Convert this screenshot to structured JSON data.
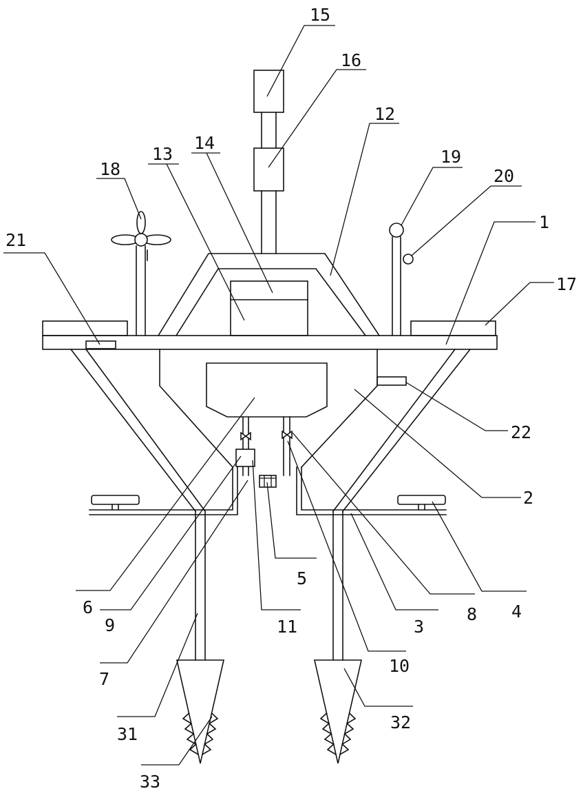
{
  "colors": {
    "line": "#111111",
    "background": "#ffffff"
  },
  "callouts": {
    "c1": "1",
    "c2": "2",
    "c3": "3",
    "c4": "4",
    "c5": "5",
    "c6": "6",
    "c7": "7",
    "c8": "8",
    "c9": "9",
    "c10": "10",
    "c11": "11",
    "c12": "12",
    "c13": "13",
    "c14": "14",
    "c15": "15",
    "c16": "16",
    "c17": "17",
    "c18": "18",
    "c19": "19",
    "c20": "20",
    "c21": "21",
    "c22": "22",
    "c31": "31",
    "c32": "32",
    "c33": "33"
  }
}
